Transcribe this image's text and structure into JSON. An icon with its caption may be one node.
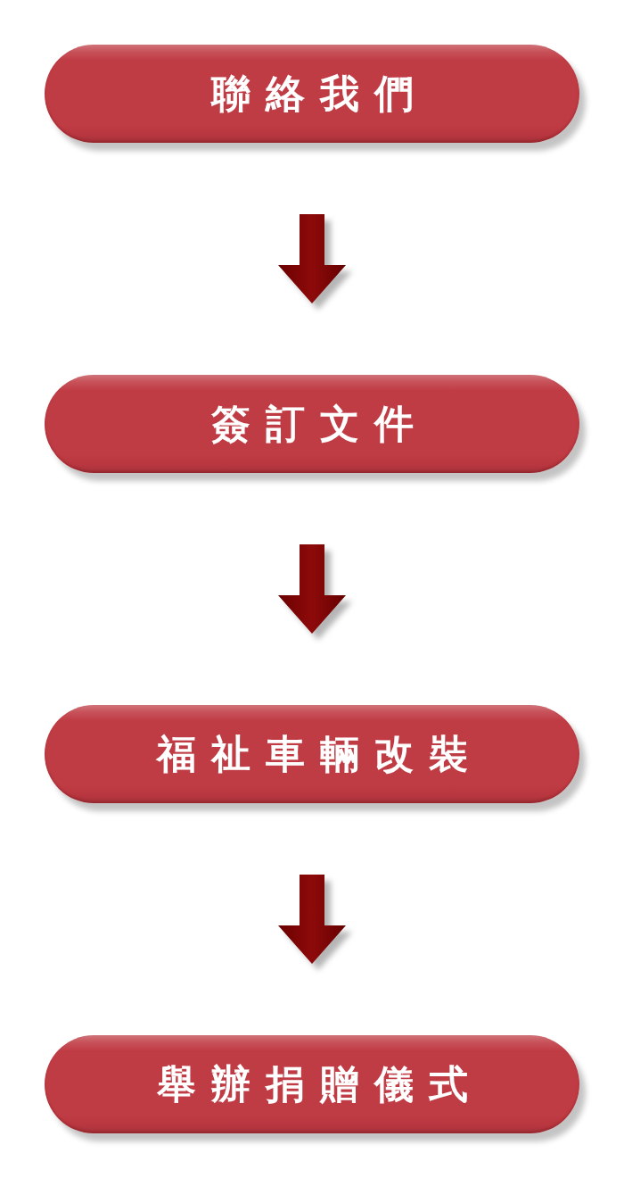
{
  "diagram": {
    "nodes": [
      {
        "text": [
          "聯絡我們"
        ]
      },
      {
        "text": [
          "簽訂文件"
        ]
      },
      {
        "text": [
          "福祉車輛改裝"
        ]
      },
      {
        "text": [
          "舉辦捐贈儀式"
        ]
      }
    ],
    "edges": [
      {
        "from": 0,
        "to": 1,
        "arrow": "to"
      },
      {
        "from": 1,
        "to": 2,
        "arrow": "to"
      },
      {
        "from": 2,
        "to": 3,
        "arrow": "to"
      }
    ]
  }
}
